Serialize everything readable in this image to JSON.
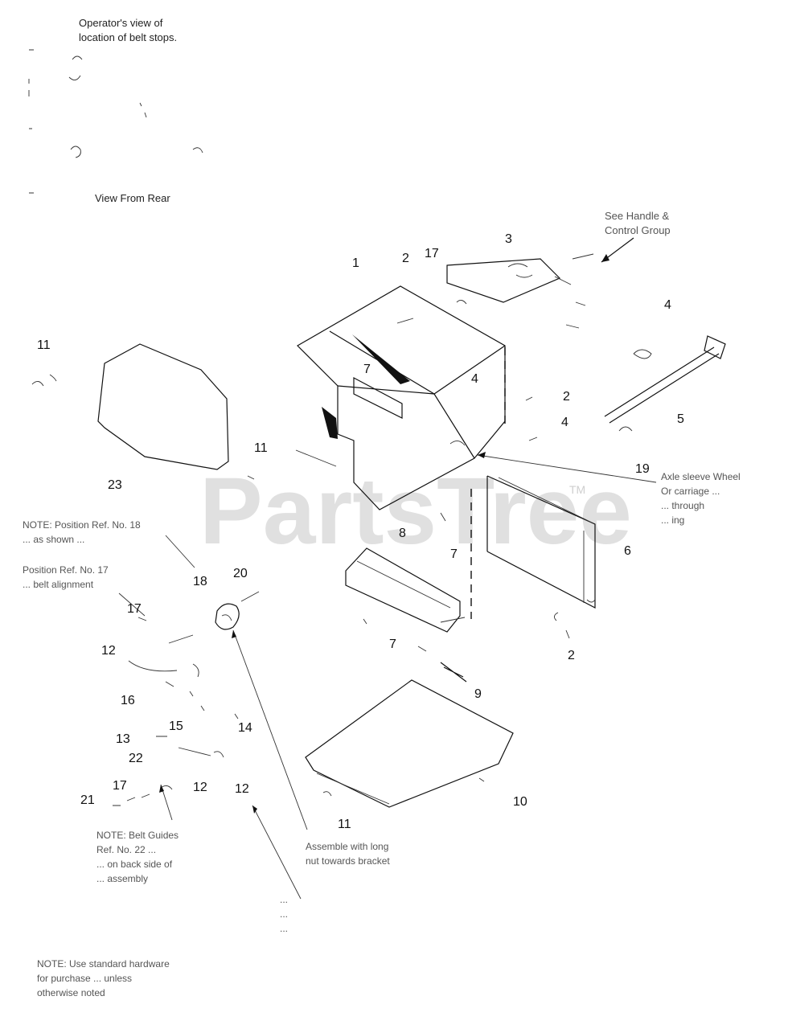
{
  "notes": {
    "belt_stops_view": "Operator's view of\nlocation of belt stops.",
    "view_from_rear": "View From Rear",
    "see_handle": "See Handle &\nControl Group",
    "axle_note": "Axle sleeve Wheel\nOr carriage ...\n... through\n... ing",
    "note_18": "NOTE: Position Ref. No. 18\n... as shown ...",
    "note_17": "Position Ref. No. 17\n... belt alignment",
    "note_22": "NOTE: Belt Guides\nRef. No. 22 ...\n... on back side of\n... assembly",
    "assemble_note": "Assemble with long\nnut towards bracket",
    "note_12": "... \n... \n...",
    "note_hardware": "NOTE: Use standard hardware\nfor purchase ... unless\notherwise noted"
  },
  "callouts": [
    "1",
    "2",
    "17",
    "3",
    "4",
    "11",
    "7",
    "4",
    "2",
    "4",
    "5",
    "19",
    "11",
    "23",
    "6",
    "8",
    "7",
    "18",
    "20",
    "17",
    "12",
    "7",
    "2",
    "9",
    "16",
    "15",
    "14",
    "13",
    "22",
    "12",
    "12",
    "17",
    "21",
    "10",
    "11"
  ],
  "watermark": {
    "brand": "PartsTree",
    "tm": "TM"
  }
}
